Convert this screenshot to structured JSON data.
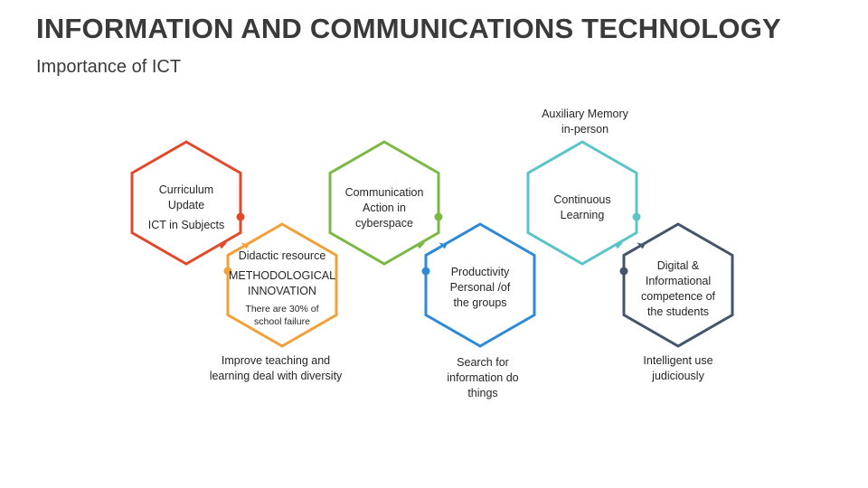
{
  "header": {
    "title": "INFORMATION AND COMMUNICATIONS TECHNOLOGY",
    "subtitle": "Importance of ICT"
  },
  "colors": {
    "red": "#e2492a",
    "orange": "#f2a037",
    "green": "#7bb844",
    "blue": "#2f8ad6",
    "teal": "#5bc4c9",
    "slate": "#44546a"
  },
  "hexagons": [
    {
      "color": "red",
      "lines": [
        "Curriculum\nUpdate",
        "ICT in Subjects"
      ]
    },
    {
      "color": "orange",
      "lines": [
        "Didactic resource",
        "METHODOLOGICAL\nINNOVATION",
        "There are 30% of\nschool failure"
      ]
    },
    {
      "color": "green",
      "lines": [
        "Communication\nAction in\ncyberspace"
      ]
    },
    {
      "color": "blue",
      "lines": [
        "Productivity\nPersonal /of\nthe groups"
      ]
    },
    {
      "color": "teal",
      "lines": [
        "Continuous\nLearning"
      ]
    },
    {
      "color": "slate",
      "lines": [
        "Digital &\nInformational\ncompetence of\nthe students"
      ]
    }
  ],
  "captions": {
    "above_teal": "Auxiliary Memory\nin-person",
    "below_orange": "Improve teaching and\nlearning deal with diversity",
    "below_blue": "Search for\ninformation do\nthings",
    "below_slate": "Intelligent use\njudiciously"
  }
}
